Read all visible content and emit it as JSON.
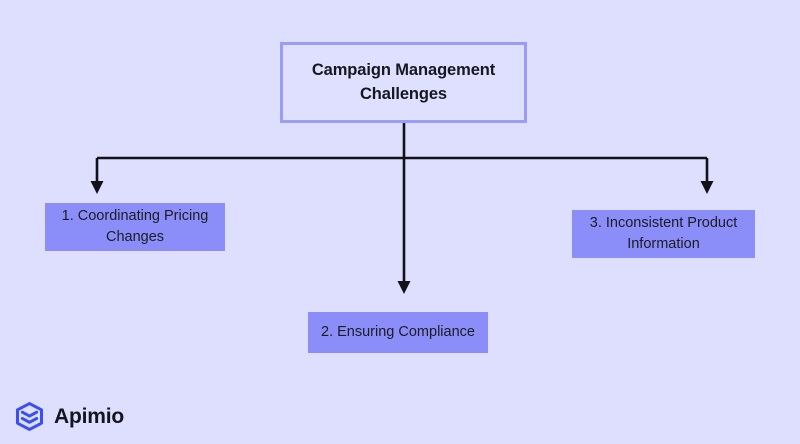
{
  "diagram": {
    "background_color": "#dedeff",
    "root": {
      "label": "Campaign Management Challenges",
      "border_color": "#9a9cf5",
      "fill_color": "#dfdfff",
      "text_color": "#17171f"
    },
    "connector": {
      "color": "#111118",
      "style": "orthogonal-with-arrowheads"
    },
    "children": [
      {
        "label": "1. Coordinating Pricing Changes",
        "fill_color": "#8b8ef8",
        "text_color": "#1c1c24"
      },
      {
        "label": "2. Ensuring Compliance",
        "fill_color": "#8b8ef8",
        "text_color": "#1c1c24"
      },
      {
        "label": "3. Inconsistent Product Information",
        "fill_color": "#8b8ef8",
        "text_color": "#1c1c24"
      }
    ]
  },
  "brand": {
    "name": "Apimio",
    "icon": "apimio-cube-logo-icon",
    "icon_color": "#3b4ff0",
    "text_color": "#15151f"
  }
}
